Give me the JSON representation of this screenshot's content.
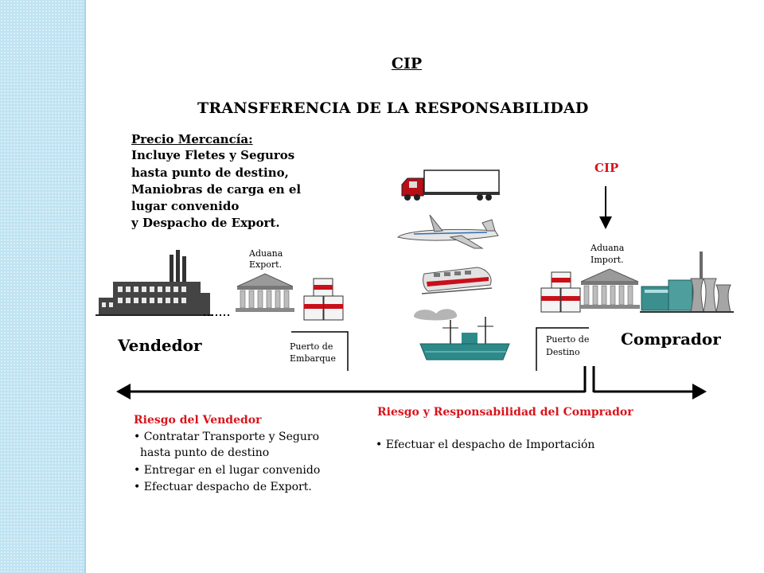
{
  "title": "CIP",
  "subtitle": "TRANSFERENCIA DE LA RESPONSABILIDAD",
  "price": {
    "heading": "Precio Mercancía:",
    "lines": [
      "Incluye Fletes y Seguros",
      "hasta punto de destino,",
      "Maniobras de carga en el",
      "lugar convenido",
      "y Despacho de Export."
    ]
  },
  "cip_marker": "CIP",
  "customs_export": [
    "Aduana",
    "Export."
  ],
  "customs_import": [
    "Aduana",
    "Import."
  ],
  "port_origin": [
    "Puerto de",
    "Embarque"
  ],
  "port_destination": [
    "Puerto de",
    "Destino"
  ],
  "seller": "Vendedor",
  "buyer": "Comprador",
  "seller_risk": {
    "heading": "Riesgo del Vendedor",
    "items": [
      "Contratar Transporte y Seguro",
      "hasta punto de destino",
      "Entregar en el lugar convenido",
      "Efectuar despacho de Export."
    ]
  },
  "buyer_risk": {
    "heading": "Riesgo y Responsabilidad del Comprador",
    "items": [
      "Efectuar el despacho de Importación"
    ]
  },
  "colors": {
    "accent_red": "#d8141c",
    "stripe_blue": "#bfe3f2",
    "ship_teal": "#2e8a8a"
  },
  "icons": [
    "factory-icon",
    "customs-building-icon",
    "cargo-boxes-icon",
    "truck-icon",
    "airplane-icon",
    "train-icon",
    "ship-icon",
    "industrial-plant-icon"
  ]
}
